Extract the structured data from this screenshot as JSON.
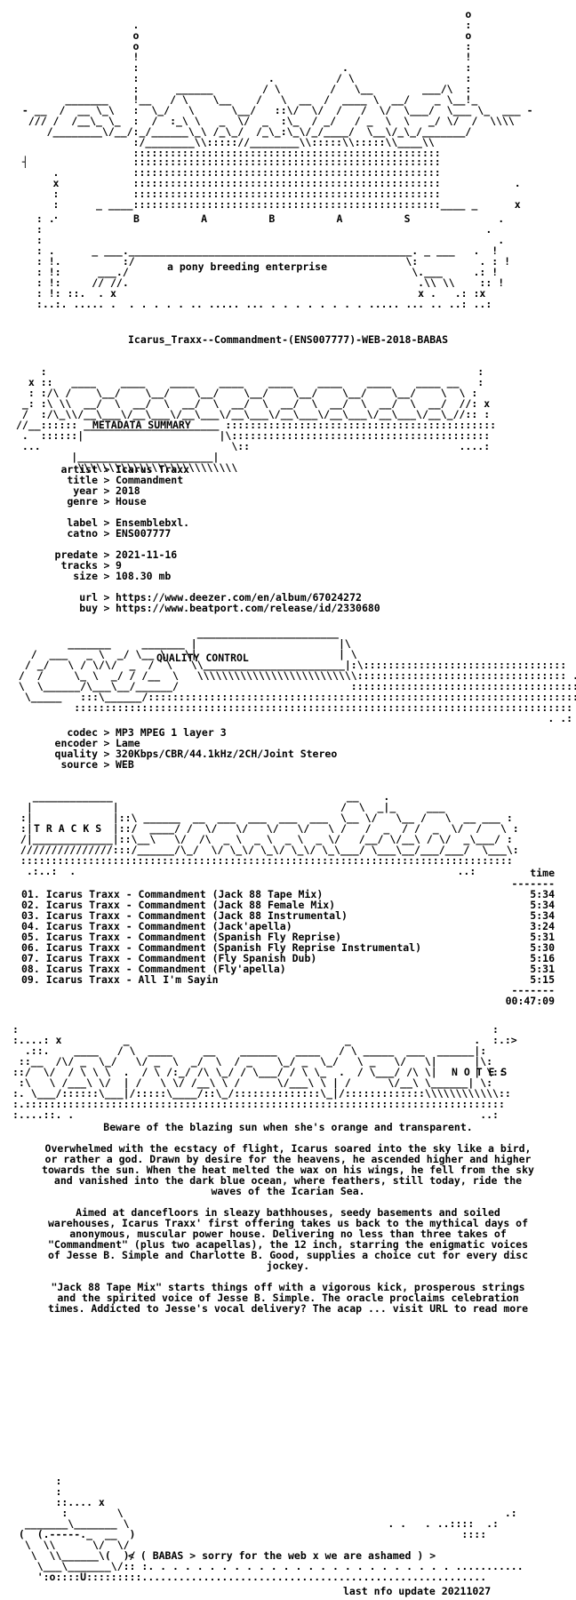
{
  "header": {
    "babas_spaced": "B          A          B          A          S",
    "tagline": "a pony breeding enterprise",
    "release_name": "Icarus_Traxx--Commandment-(ENS007777)-WEB-2018-BABAS"
  },
  "sections": {
    "metadata_title": "METADATA SUMMARY",
    "quality_title": "QUALITY CONTROL",
    "tracks_title": "T R A C K S",
    "notes_title": "N O T E S"
  },
  "metadata": [
    {
      "key": "artist",
      "value": "Icarus Traxx"
    },
    {
      "key": "title",
      "value": "Commandment"
    },
    {
      "key": "year",
      "value": "2018"
    },
    {
      "key": "genre",
      "value": "House"
    },
    {
      "key": "",
      "value": ""
    },
    {
      "key": "label",
      "value": "Ensemblebxl."
    },
    {
      "key": "catno",
      "value": "ENS007777"
    },
    {
      "key": "",
      "value": ""
    },
    {
      "key": "predate",
      "value": "2021-11-16"
    },
    {
      "key": "tracks",
      "value": "9"
    },
    {
      "key": "size",
      "value": "108.30 mb"
    },
    {
      "key": "",
      "value": ""
    },
    {
      "key": "url",
      "value": "https://www.deezer.com/en/album/67024272"
    },
    {
      "key": "buy",
      "value": "https://www.beatport.com/release/id/2330680"
    }
  ],
  "quality": [
    {
      "key": "codec",
      "value": "MP3 MPEG 1 layer 3"
    },
    {
      "key": "encoder",
      "value": "Lame"
    },
    {
      "key": "quality",
      "value": "320Kbps/CBR/44.1kHz/2CH/Joint Stereo"
    },
    {
      "key": "source",
      "value": "WEB"
    }
  ],
  "tracks": {
    "time_header": "time",
    "items": [
      {
        "title": "01. Icarus Traxx - Commandment (Jack 88 Tape Mix)",
        "time": "5:34"
      },
      {
        "title": "02. Icarus Traxx - Commandment (Jack 88 Female Mix)",
        "time": "5:34"
      },
      {
        "title": "03. Icarus Traxx - Commandment (Jack 88 Instrumental)",
        "time": "5:34"
      },
      {
        "title": "04. Icarus Traxx - Commandment (Jack'apella)",
        "time": "3:24"
      },
      {
        "title": "05. Icarus Traxx - Commandment (Spanish Fly Reprise)",
        "time": "5:31"
      },
      {
        "title": "06. Icarus Traxx - Commandment (Spanish Fly Reprise Instrumental)",
        "time": "5:30"
      },
      {
        "title": "07. Icarus Traxx - Commandment (Fly Spanish Dub)",
        "time": "5:16"
      },
      {
        "title": "08. Icarus Traxx - Commandment (Fly'apella)",
        "time": "5:31"
      },
      {
        "title": "09. Icarus Traxx - All I'm Sayin",
        "time": "5:15"
      }
    ],
    "total": "00:47:09"
  },
  "notes": {
    "lead": "Beware of the blazing sun when she's orange and transparent.",
    "p1": "Overwhelmed with the ecstacy of flight, Icarus soared into the sky like a bird, or rather a god. Drawn by desire for the heavens, he ascended higher and higher towards the sun. When the heat melted the wax on his wings, he fell from the sky and vanished into the dark blue ocean, where feathers, still today, ride the waves of the Icarian Sea.",
    "p2": "Aimed at dancefloors in sleazy bathhouses, seedy basements and soiled warehouses, Icarus Traxx' first offering takes us back to the mythical days of anonymous, muscular power house. Delivering no less than three takes of \"Commandment\" (plus two acapellas), the 12 inch, starring the enigmatic voices of Jesse B. Simple and Charlotte B. Good, supplies a choice cut for every disc jockey.",
    "p3": "\"Jack 88 Tape Mix\" starts things off with a vigorous kick, prosperous strings and the spirited voice of Jesse B. Simple. The oracle proclaims celebration times. Addicted to Jesse's vocal delivery? The acap ... visit URL to read more"
  },
  "footer": {
    "message": "< ( BABAS > sorry for the web x we are ashamed ) >",
    "update": "last nfo update 20211027"
  }
}
